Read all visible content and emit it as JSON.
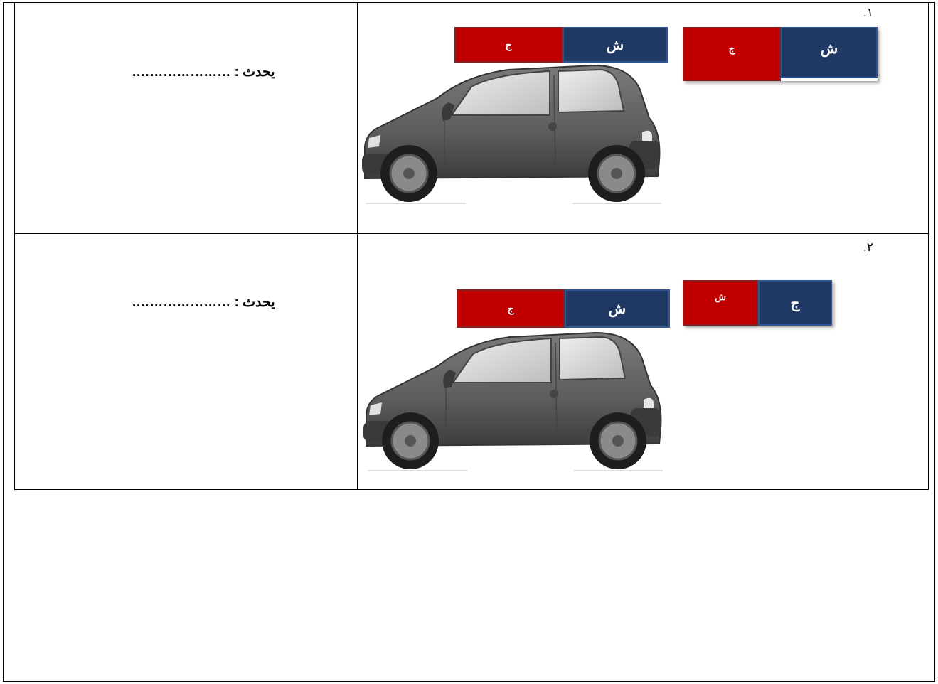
{
  "rows": [
    {
      "number": "١.",
      "answer_label": "يحدث :",
      "answer_dots": "………………….",
      "magnet_on_car": {
        "left_label": "ج",
        "right_label": "ش"
      },
      "magnet_free": {
        "left_label": "ج",
        "right_label": "ش"
      }
    },
    {
      "number": "٢.",
      "answer_label": "يحدث :",
      "answer_dots": "………………….",
      "magnet_on_car": {
        "left_label": "ج",
        "right_label": "ش"
      },
      "magnet_free": {
        "left_label": "ش",
        "right_label": "ج"
      }
    }
  ],
  "colors": {
    "north_red": "#c00000",
    "south_blue": "#1f3864",
    "car_body": "#5a5a5a"
  }
}
